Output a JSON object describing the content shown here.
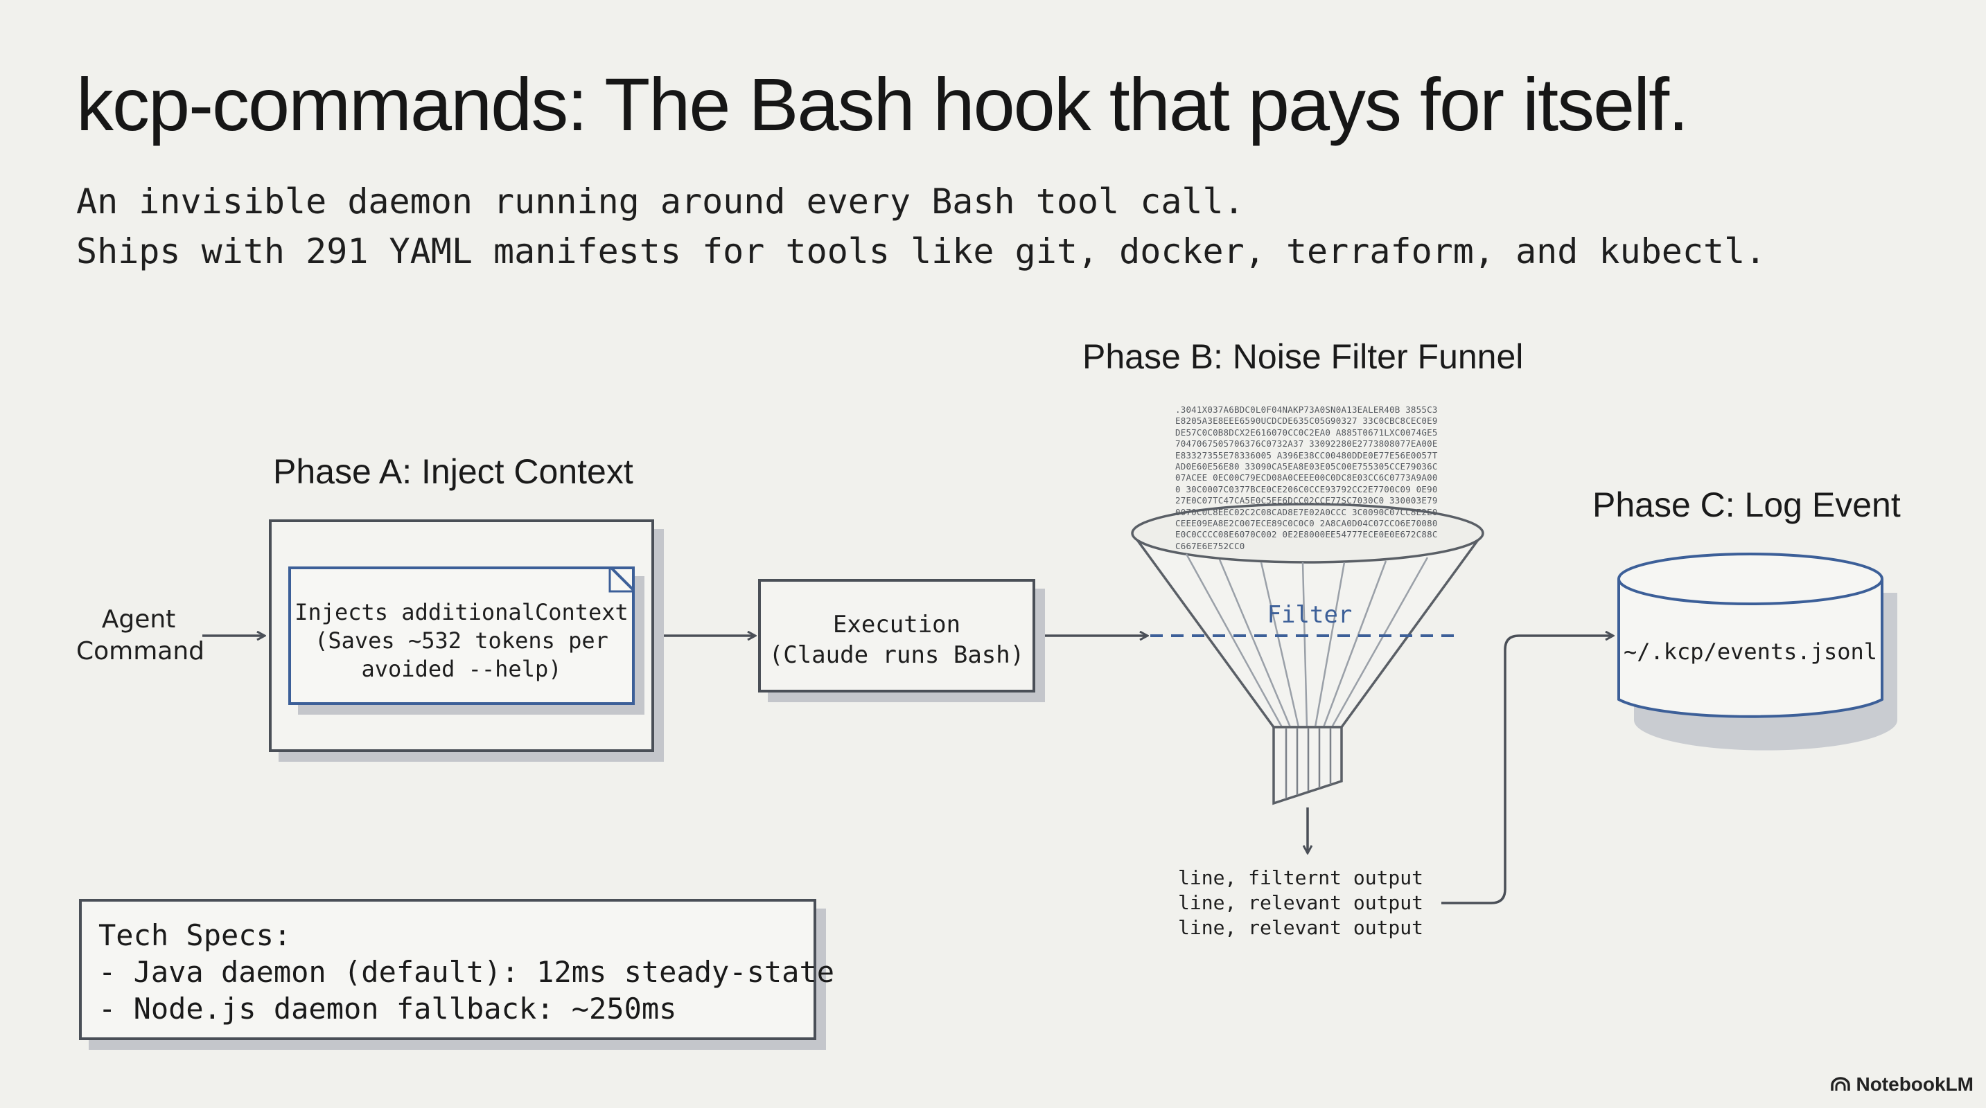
{
  "header": {
    "title": "kcp-commands: The Bash hook that pays for itself.",
    "subtitle_lines": [
      "An invisible daemon running around every Bash tool call.",
      "Ships with 291 YAML manifests for tools like git, docker, terraform, and kubectl."
    ]
  },
  "phases": {
    "a_label": "Phase A: Inject Context",
    "b_label": "Phase B: Noise Filter Funnel",
    "c_label": "Phase C: Log Event"
  },
  "nodes": {
    "agent_command": [
      "Agent",
      "Command"
    ],
    "inject_doc": [
      "Injects additionalContext",
      "(Saves ~532 tokens per",
      "avoided --help)"
    ],
    "execution": [
      "Execution",
      "(Claude runs Bash)"
    ],
    "filter_label": "Filter",
    "events_file": "~/.kcp/events.jsonl"
  },
  "filtered_output": [
    "line, filternt output",
    "line, relevant output",
    "line, relevant output"
  ],
  "tech_specs": {
    "heading": "Tech Specs:",
    "items": [
      "- Java daemon (default): 12ms steady-state",
      "- Node.js daemon fallback: ~250ms"
    ]
  },
  "watermark": "NotebookLM",
  "colors": {
    "background": "#f1f1ed",
    "box_border": "#4a4f57",
    "accent_blue": "#3c5f98",
    "shadow": "#c4c6cb"
  }
}
